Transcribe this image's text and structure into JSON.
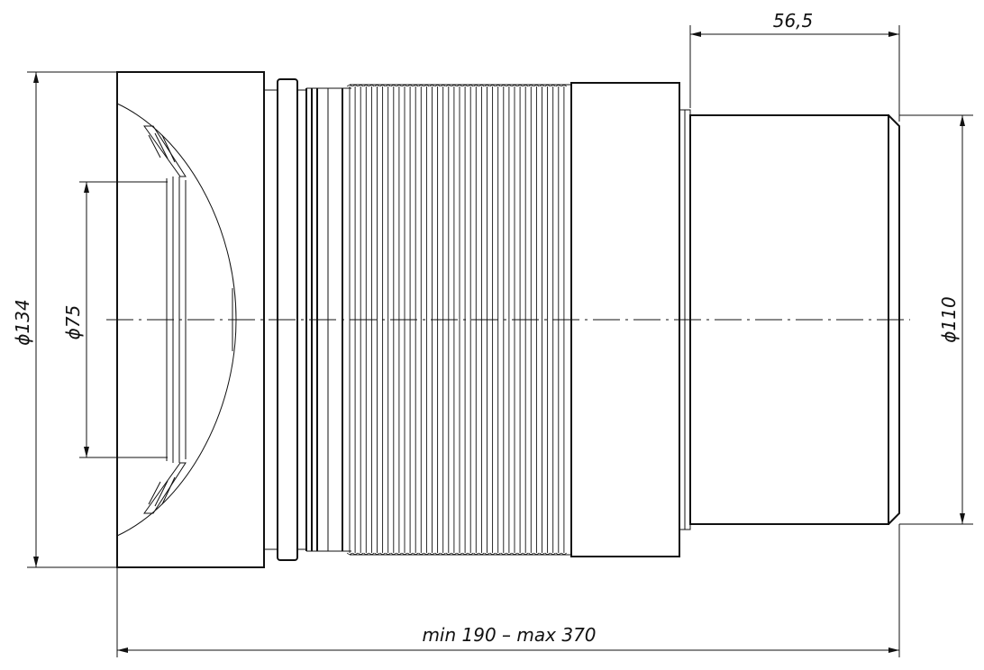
{
  "dimensions": {
    "top_length": "56,5",
    "diameter_outer": "ϕ134",
    "diameter_inner": "ϕ75",
    "diameter_outlet": "ϕ110",
    "length_range": "min 190 – max 370"
  },
  "colors": {
    "line": "#111111",
    "background": "#ffffff"
  }
}
